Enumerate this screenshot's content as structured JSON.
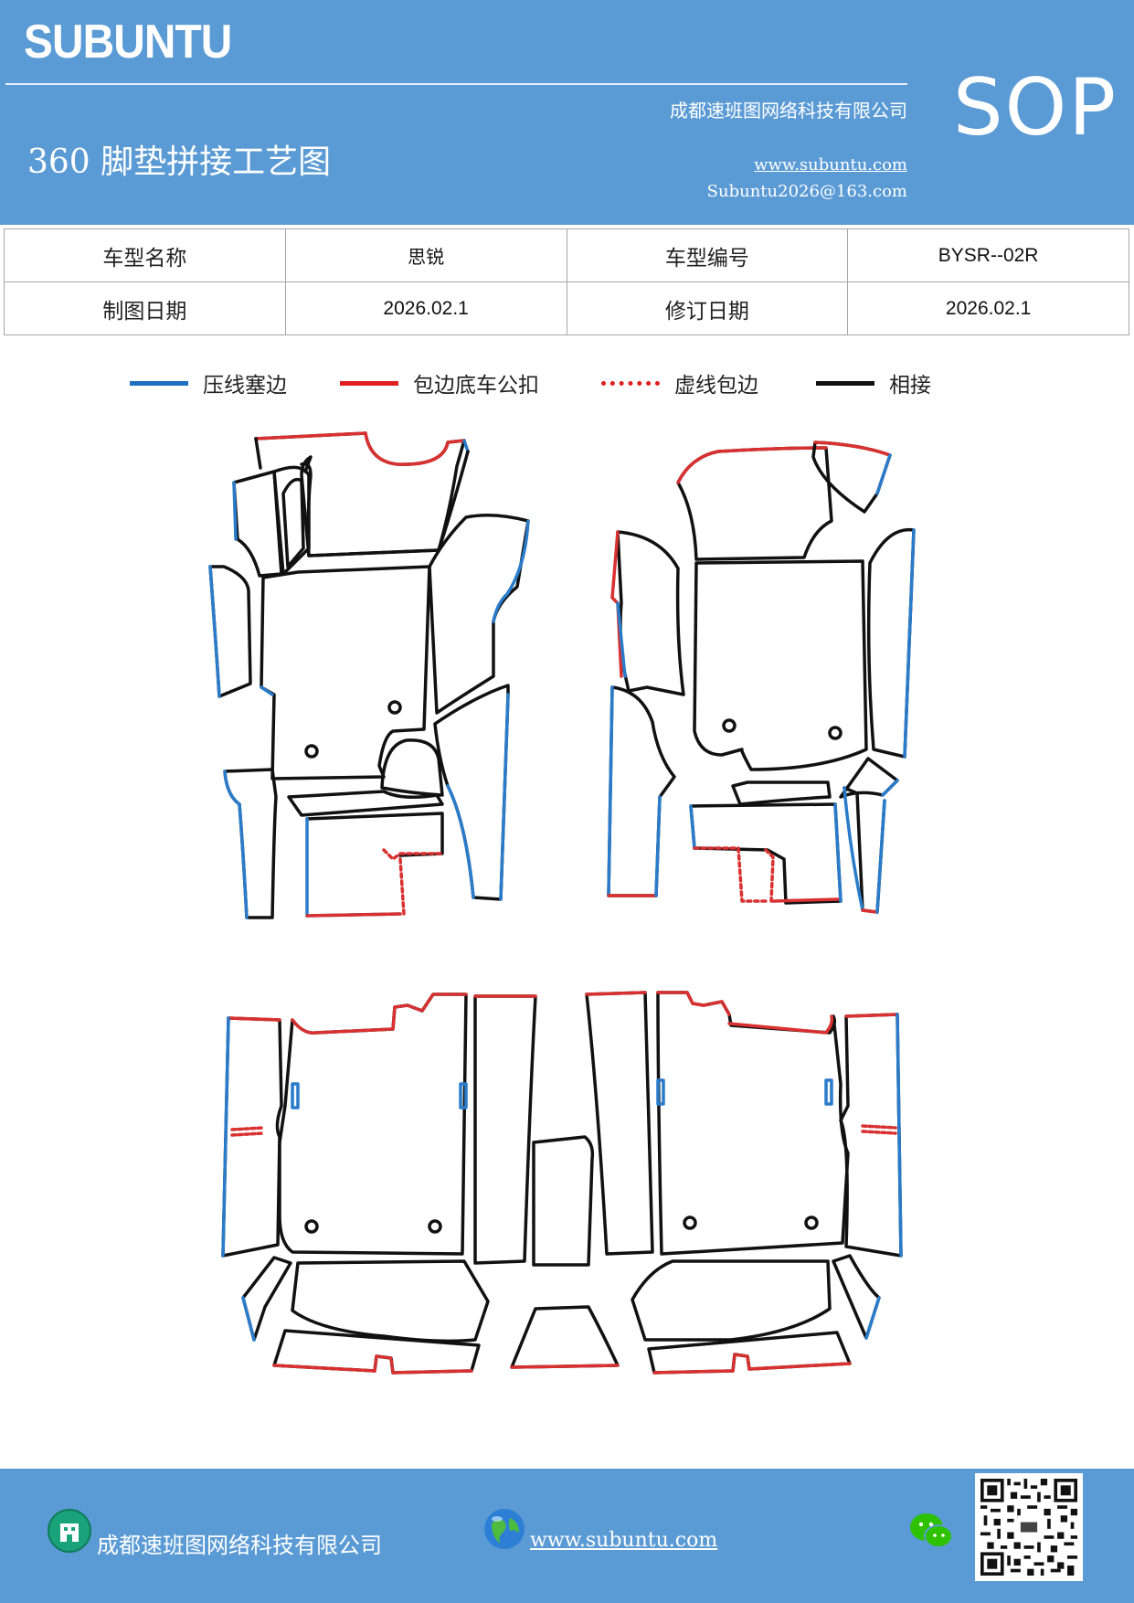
{
  "header": {
    "brand": "SUBUNTU",
    "badge": "SOP",
    "title": "360 脚垫拼接工艺图",
    "company": "成都速班图网络科技有限公司",
    "website": "www.subuntu.com",
    "email": "Subuntu2026@163.com"
  },
  "info_table": {
    "model_name_label": "车型名称",
    "model_name_value": "思锐",
    "model_code_label": "车型编号",
    "model_code_value": "BYSR--02R",
    "draw_date_label": "制图日期",
    "draw_date_value": "2026.02.1",
    "revision_date_label": "修订日期",
    "revision_date_value": "2026.02.1"
  },
  "legend": [
    {
      "label": "压线塞边",
      "color": "#1f6fbf",
      "style": "solid"
    },
    {
      "label": "包边底车公扣",
      "color": "#e02020",
      "style": "solid"
    },
    {
      "label": "虚线包边",
      "color": "#e02020",
      "style": "dotted"
    },
    {
      "label": "相接",
      "color": "#111111",
      "style": "solid"
    }
  ],
  "colors": {
    "header_bg": "#5b9bd5",
    "press_line": "#2a7ccb",
    "edge_bind": "#d93030",
    "joint": "#111111"
  },
  "footer": {
    "company": "成都速班图网络科技有限公司",
    "website": "www.subuntu.com ",
    "icons": [
      "building-icon",
      "globe-icon",
      "wechat-icon",
      "qr-code"
    ]
  }
}
